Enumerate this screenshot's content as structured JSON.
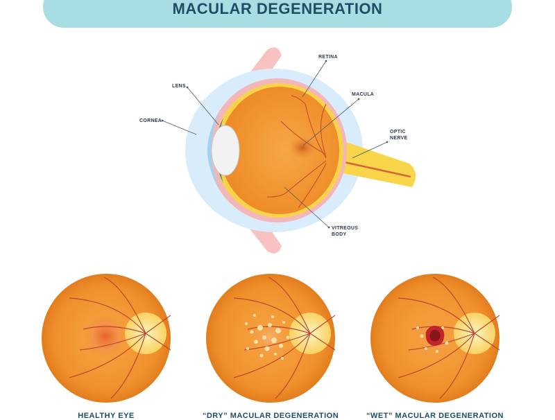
{
  "title": "MACULAR DEGENERATION",
  "anatomy_labels": {
    "retina": "RETINA",
    "lens": "LENS",
    "macula": "MACULA",
    "cornea": "CORNEA",
    "optic_nerve_line1": "OPTIC",
    "optic_nerve_line2": "NERVE",
    "vitreous_line1": "VITREOUS",
    "vitreous_line2": "BODY"
  },
  "captions": {
    "healthy": "HEALTHY EYE",
    "dry": "“DRY” MACULAR DEGENERATION",
    "wet": "“WET” MACULAR DEGENERATION"
  },
  "colors": {
    "banner": "#a8dde4",
    "title_text": "#1d4e63",
    "eyeball": "#f29b2f",
    "sclera_halo": "#d9ecfb",
    "optic_nerve": "#f9d54a",
    "lens": "#f2f2f2",
    "fundus_orange": "#f0902c",
    "vessel": "#c0432f"
  }
}
